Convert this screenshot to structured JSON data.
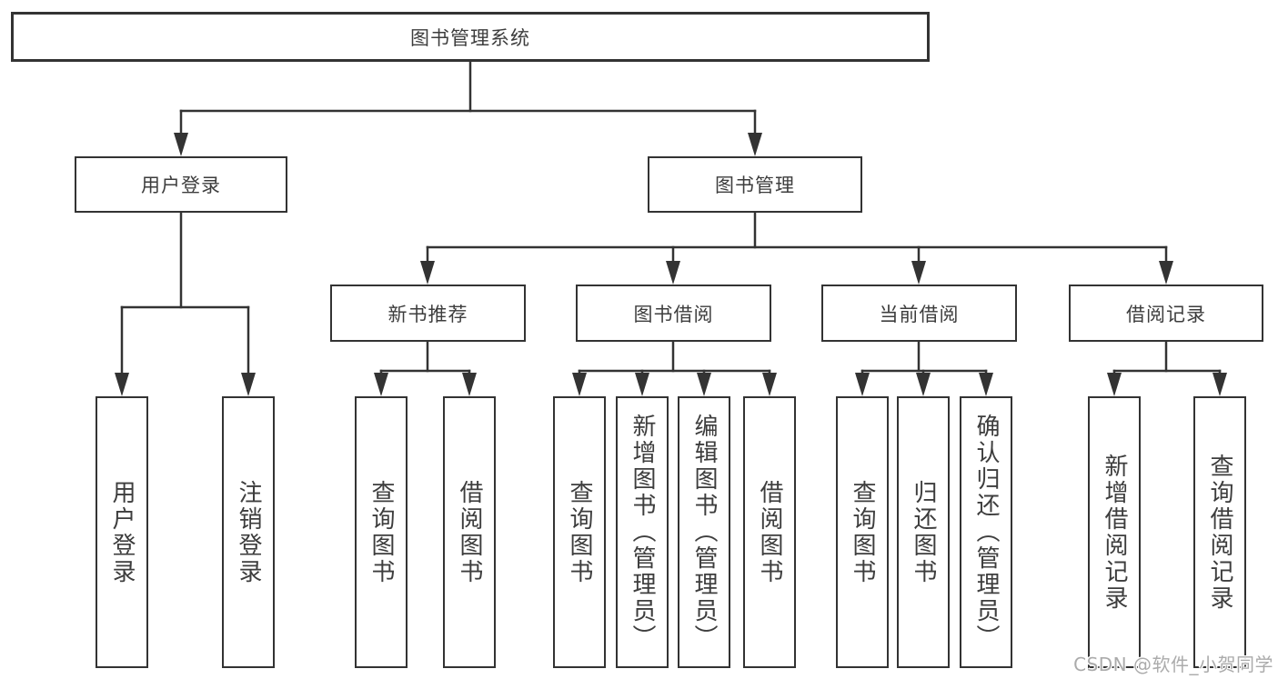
{
  "tree": {
    "root": "图书管理系统",
    "branches": [
      {
        "label": "用户登录",
        "children": [
          "用户登录",
          "注销登录"
        ]
      },
      {
        "label": "图书管理",
        "sections": [
          {
            "label": "新书推荐",
            "children": [
              "查询图书",
              "借阅图书"
            ]
          },
          {
            "label": "图书借阅",
            "children": [
              "查询图书",
              "新增图书（管理员）",
              "编辑图书（管理员）",
              "借阅图书"
            ]
          },
          {
            "label": "当前借阅",
            "children": [
              "查询图书",
              "归还图书",
              "确认归还（管理员）"
            ]
          },
          {
            "label": "借阅记录",
            "children": [
              "新增借阅记录",
              "查询借阅记录"
            ]
          }
        ]
      }
    ]
  },
  "watermark": "CSDN @软件_小贺同学",
  "colors": {
    "line": "#333333",
    "text": "#3d3d3d",
    "watermark": "#ababab",
    "background": "#ffffff"
  }
}
